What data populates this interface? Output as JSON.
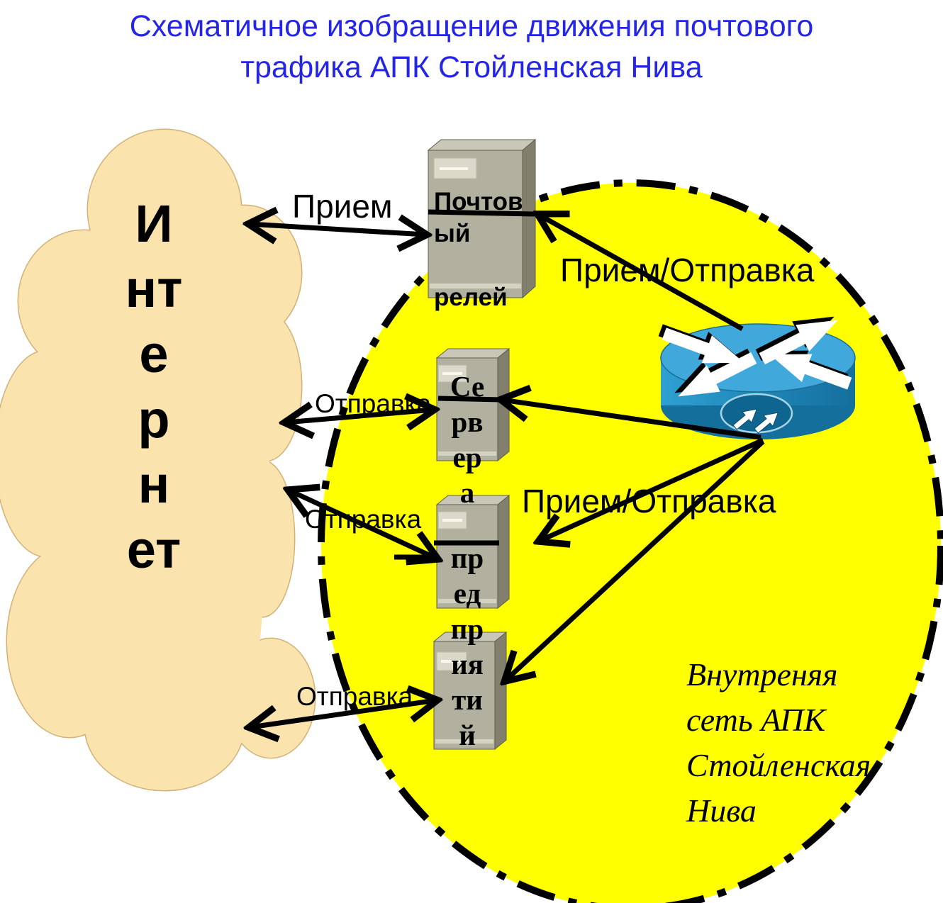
{
  "title": "Схематичное изобращение движения почтового\nтрафика АПК Стойленская Нива",
  "cloud": {
    "label": "Интернет"
  },
  "network": {
    "label": "Внутреняя\nсеть АПК\nСтойленская\nНива"
  },
  "nodes": {
    "mail_relay": "Почтов\nый\n\nрелей",
    "servers": "Се\nрв\nер\nа",
    "enterprises": "пр\nед\nпр\nия\nти\nй"
  },
  "edge_labels": {
    "priem": "Прием",
    "priem_otpravka_top": "Прием/Отправка",
    "priem_otpravka_mid": "Прием/Отправка",
    "otpravka_top": "Отправка",
    "otpravka_mid": "Отправка",
    "otpravka_bottom": "Отправка"
  },
  "icons": {
    "cloud": "internet-cloud-icon",
    "router": "cisco-router-icon",
    "server": "server-tower-icon"
  },
  "colors": {
    "title_text": "#2525E8",
    "cloud_fill": "#FAE3AC",
    "cloud_stroke": "#D2B27A",
    "network_fill": "#FFFF00",
    "network_border": "#000000",
    "router_top": "#41A8DB",
    "router_side": "#1E85B5",
    "router_badge": "#0E6690",
    "box_front": "#B2B09E",
    "box_top": "#C9C7B7",
    "box_side": "#827F6C",
    "arrow_color": "#000000",
    "label_color": "#000000"
  }
}
